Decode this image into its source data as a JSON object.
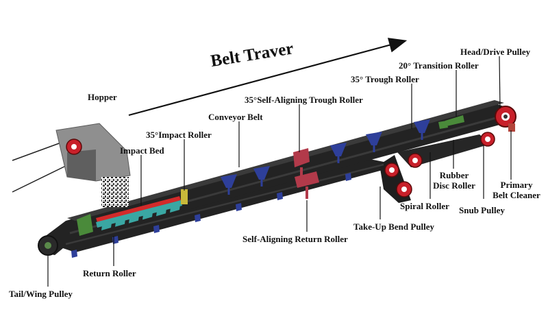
{
  "title": "Belt Traver",
  "labels": {
    "head_drive_pulley": "Head/Drive Pulley",
    "transition_roller": "20° Transition Roller",
    "trough_roller": "35° Trough Roller",
    "self_aligning_trough_roller": "35°Self-Aligning Trough Roller",
    "conveyor_belt": "Conveyor Belt",
    "hopper": "Hopper",
    "impact_roller": "35°Impact Roller",
    "impact_bed": "Impact Bed",
    "rubber_disc_roller_1": "Rubber",
    "rubber_disc_roller_2": "Disc Roller",
    "primary_belt_cleaner_1": "Primary",
    "primary_belt_cleaner_2": "Belt Cleaner",
    "spiral_roller": "Spiral Roller",
    "snub_pulley": "Snub Pulley",
    "take_up_bend_pulley": "Take-Up Bend Pulley",
    "self_aligning_return_roller": "Self-Aligning Return Roller",
    "return_roller": "Return Roller",
    "tail_wing_pulley": "Tail/Wing Pulley"
  },
  "colors": {
    "belt": "#232323",
    "frame": "#3a3a3a",
    "idler": "#2e3f9a",
    "transition": "#4a8a3a",
    "impact_bed": "#3aa7a3",
    "impact_bed_top": "#d22a2a",
    "self_aligning": "#b23a4a",
    "pulley": "#c8202a",
    "impact_roller": "#c9b93a",
    "hopper": "#8f8f8f"
  }
}
